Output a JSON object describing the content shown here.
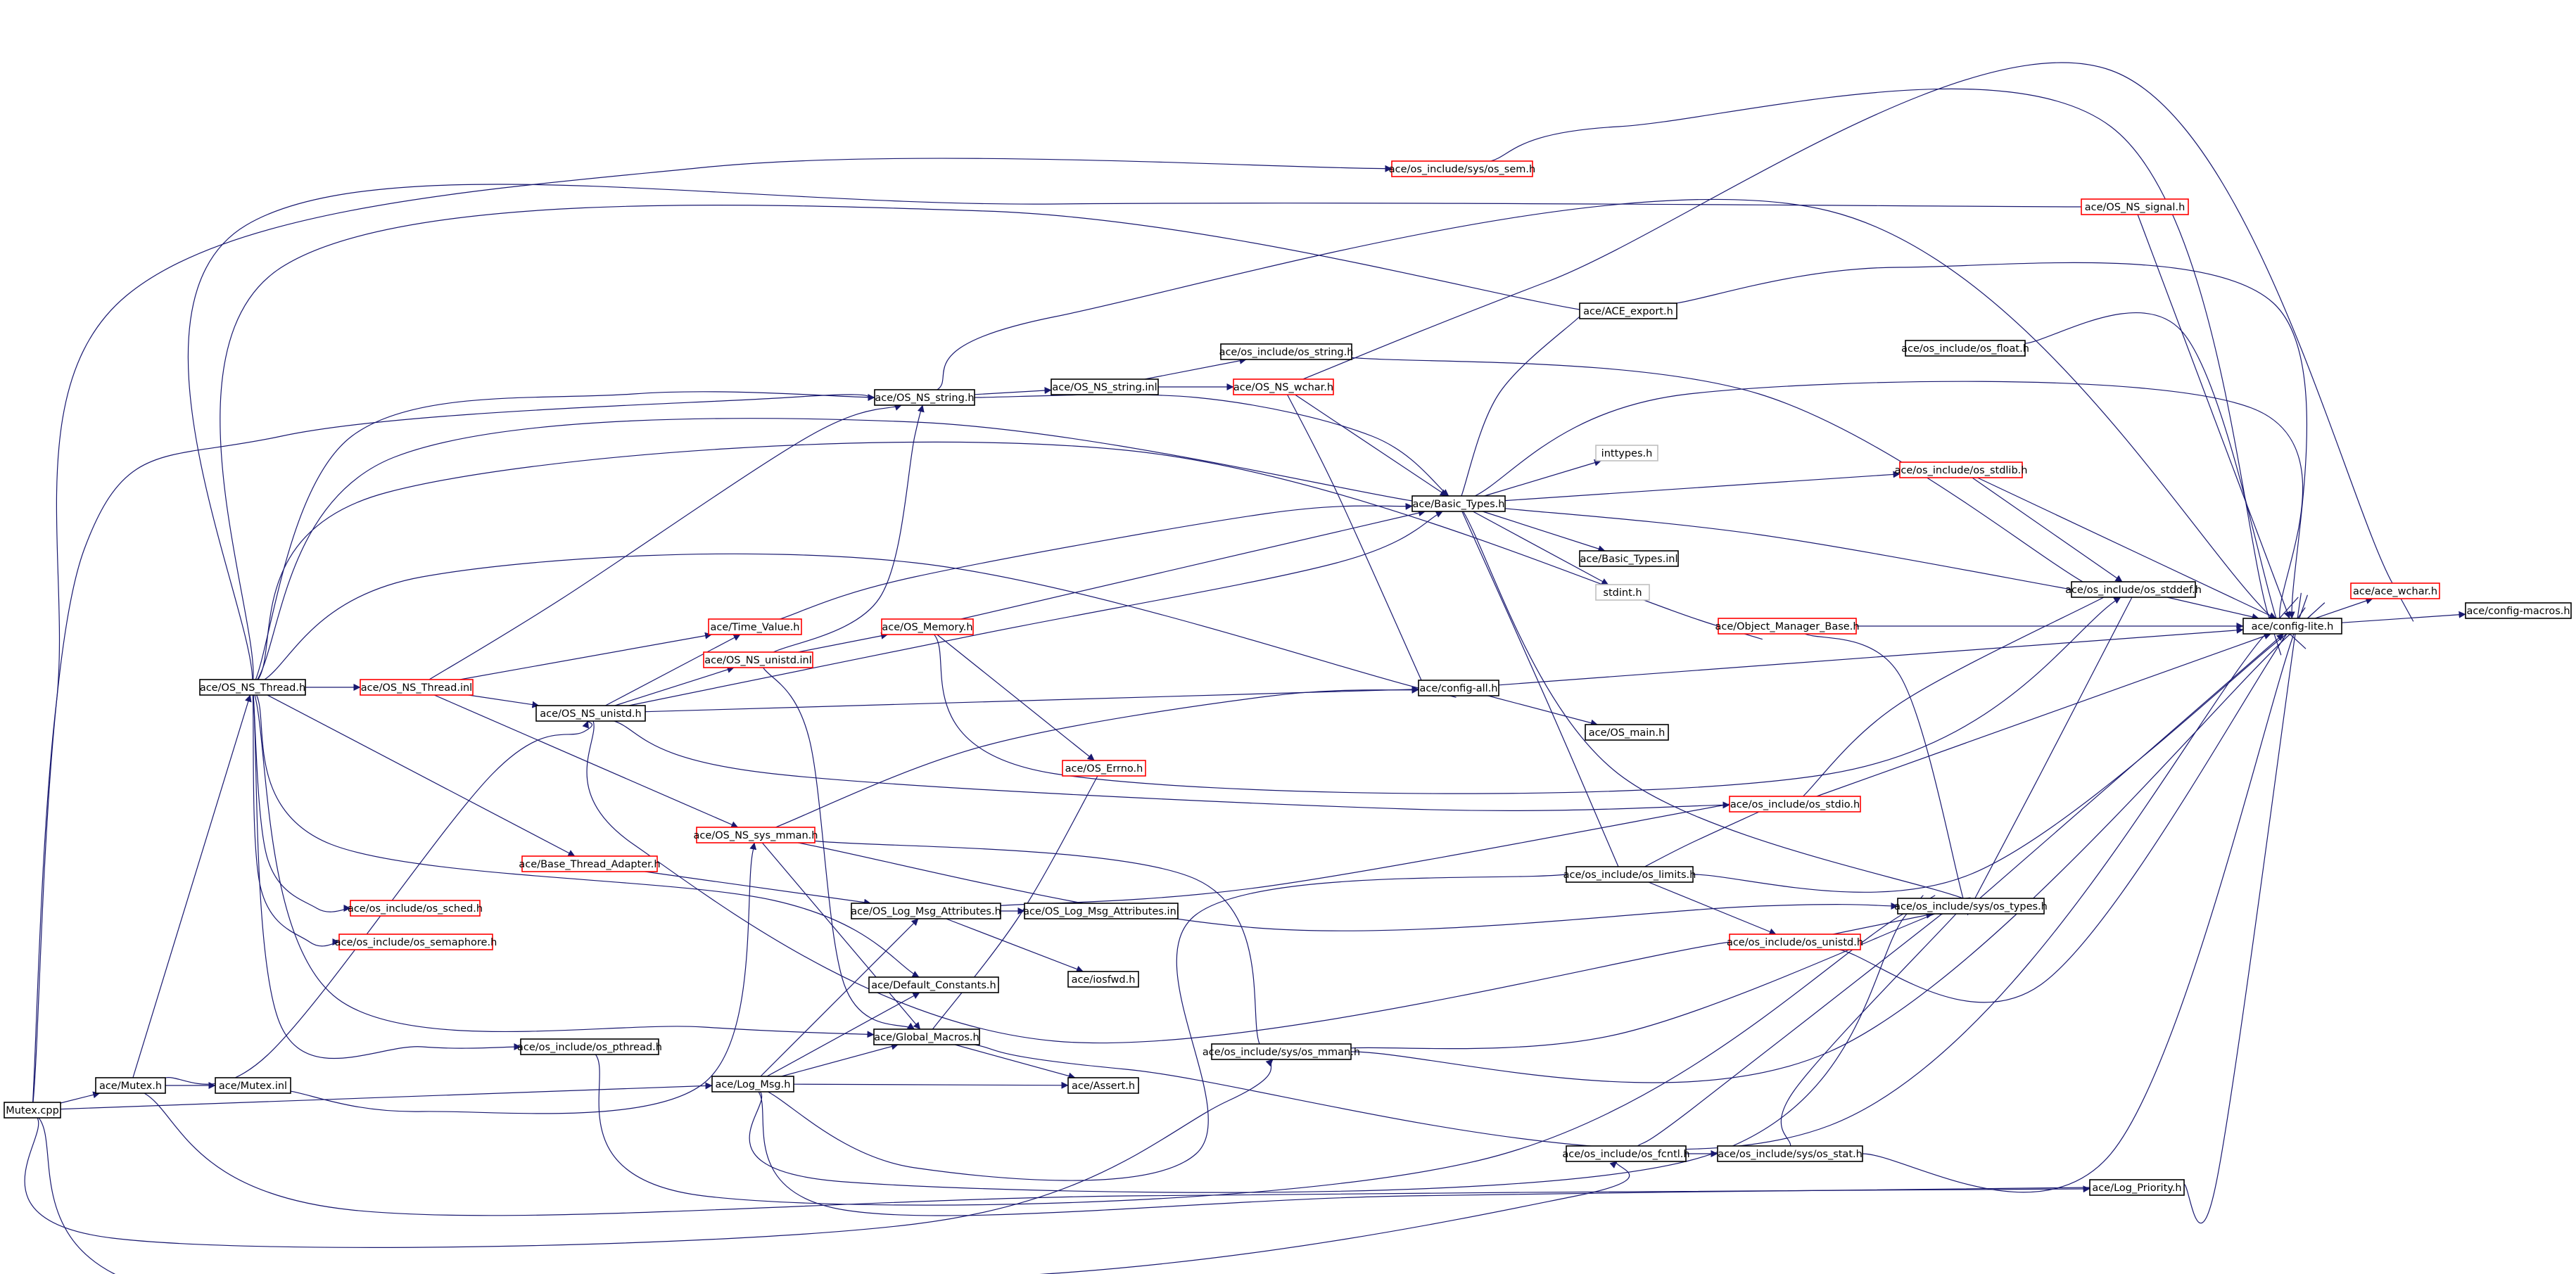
{
  "colors": {
    "edge": "#191970",
    "box_normal": "#000000",
    "box_truncated": "#ff0000",
    "box_external": "#bfbfbf",
    "root_fill": "#bfbfbf"
  },
  "nodes": [
    {
      "id": "mutex_cpp",
      "label": "Mutex.cpp",
      "style": "root"
    },
    {
      "id": "mutex_h",
      "label": "ace/Mutex.h",
      "style": "normal"
    },
    {
      "id": "mutex_inl",
      "label": "ace/Mutex.inl",
      "style": "normal"
    },
    {
      "id": "os_ns_thread_h",
      "label": "ace/OS_NS_Thread.h",
      "style": "normal"
    },
    {
      "id": "os_ns_thread_inl",
      "label": "ace/OS_NS_Thread.inl",
      "style": "truncated"
    },
    {
      "id": "os_ns_unistd_h",
      "label": "ace/OS_NS_unistd.h",
      "style": "normal"
    },
    {
      "id": "os_ns_unistd_inl",
      "label": "ace/OS_NS_unistd.inl",
      "style": "truncated"
    },
    {
      "id": "time_value_h",
      "label": "ace/Time_Value.h",
      "style": "truncated"
    },
    {
      "id": "os_memory_h",
      "label": "ace/OS_Memory.h",
      "style": "truncated"
    },
    {
      "id": "os_errno_h",
      "label": "ace/OS_Errno.h",
      "style": "truncated"
    },
    {
      "id": "os_ns_sys_mman_h",
      "label": "ace/OS_NS_sys_mman.h",
      "style": "truncated"
    },
    {
      "id": "base_thread_adapter_h",
      "label": "ace/Base_Thread_Adapter.h",
      "style": "truncated"
    },
    {
      "id": "os_sched_h",
      "label": "ace/os_include/os_sched.h",
      "style": "truncated"
    },
    {
      "id": "os_semaphore_h",
      "label": "ace/os_include/os_semaphore.h",
      "style": "truncated"
    },
    {
      "id": "os_pthread_h",
      "label": "ace/os_include/os_pthread.h",
      "style": "normal"
    },
    {
      "id": "os_log_msg_attr_h",
      "label": "ace/OS_Log_Msg_Attributes.h",
      "style": "normal"
    },
    {
      "id": "os_log_msg_attr_inl",
      "label": "ace/OS_Log_Msg_Attributes.inl",
      "style": "normal"
    },
    {
      "id": "iosfwd_h",
      "label": "ace/iosfwd.h",
      "style": "normal"
    },
    {
      "id": "default_constants_h",
      "label": "ace/Default_Constants.h",
      "style": "normal"
    },
    {
      "id": "global_macros_h",
      "label": "ace/Global_Macros.h",
      "style": "normal"
    },
    {
      "id": "log_msg_h",
      "label": "ace/Log_Msg.h",
      "style": "normal"
    },
    {
      "id": "assert_h",
      "label": "ace/Assert.h",
      "style": "normal"
    },
    {
      "id": "os_ns_string_h",
      "label": "ace/OS_NS_string.h",
      "style": "normal"
    },
    {
      "id": "os_ns_string_inl",
      "label": "ace/OS_NS_string.inl",
      "style": "normal"
    },
    {
      "id": "os_string_h",
      "label": "ace/os_include/os_string.h",
      "style": "normal"
    },
    {
      "id": "os_ns_wchar_h",
      "label": "ace/OS_NS_wchar.h",
      "style": "truncated"
    },
    {
      "id": "os_sem_h",
      "label": "ace/os_include/sys/os_sem.h",
      "style": "truncated"
    },
    {
      "id": "os_ns_signal_h",
      "label": "ace/OS_NS_signal.h",
      "style": "truncated"
    },
    {
      "id": "ace_export_h",
      "label": "ace/ACE_export.h",
      "style": "normal"
    },
    {
      "id": "os_float_h",
      "label": "ace/os_include/os_float.h",
      "style": "normal"
    },
    {
      "id": "basic_types_h",
      "label": "ace/Basic_Types.h",
      "style": "normal"
    },
    {
      "id": "inttypes_h",
      "label": "inttypes.h",
      "style": "external"
    },
    {
      "id": "os_stdlib_h",
      "label": "ace/os_include/os_stdlib.h",
      "style": "truncated"
    },
    {
      "id": "basic_types_inl",
      "label": "ace/Basic_Types.inl",
      "style": "normal"
    },
    {
      "id": "stdint_h",
      "label": "stdint.h",
      "style": "external"
    },
    {
      "id": "os_stddef_h",
      "label": "ace/os_include/os_stddef.h",
      "style": "normal"
    },
    {
      "id": "object_manager_base_h",
      "label": "ace/Object_Manager_Base.h",
      "style": "truncated"
    },
    {
      "id": "config_lite_h",
      "label": "ace/config-lite.h",
      "style": "normal"
    },
    {
      "id": "ace_wchar_h",
      "label": "ace/ace_wchar.h",
      "style": "truncated"
    },
    {
      "id": "config_macros_h",
      "label": "ace/config-macros.h",
      "style": "normal"
    },
    {
      "id": "config_all_h",
      "label": "ace/config-all.h",
      "style": "normal"
    },
    {
      "id": "os_main_h",
      "label": "ace/OS_main.h",
      "style": "normal"
    },
    {
      "id": "os_stdio_h",
      "label": "ace/os_include/os_stdio.h",
      "style": "truncated"
    },
    {
      "id": "os_limits_h",
      "label": "ace/os_include/os_limits.h",
      "style": "normal"
    },
    {
      "id": "os_types_h",
      "label": "ace/os_include/sys/os_types.h",
      "style": "normal"
    },
    {
      "id": "os_unistd_h",
      "label": "ace/os_include/os_unistd.h",
      "style": "truncated"
    },
    {
      "id": "os_mman_h",
      "label": "ace/os_include/sys/os_mman.h",
      "style": "normal"
    },
    {
      "id": "os_fcntl_h",
      "label": "ace/os_include/os_fcntl.h",
      "style": "normal"
    },
    {
      "id": "os_stat_h",
      "label": "ace/os_include/sys/os_stat.h",
      "style": "normal"
    },
    {
      "id": "log_priority_h",
      "label": "ace/Log_Priority.h",
      "style": "normal"
    }
  ]
}
